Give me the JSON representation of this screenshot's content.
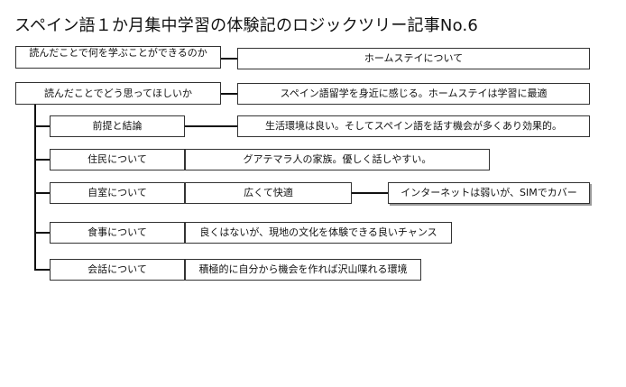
{
  "title": "スペイン語１か月集中学習の体験記のロジックツリー記事No.6",
  "tree": {
    "q1": {
      "label": "読んだことで何を学ぶことができるのか",
      "answer": "ホームステイについて"
    },
    "q2": {
      "label": "読んだことでどう思ってほしいか",
      "answer": "スペイン語留学を身近に感じる。ホームステイは学習に最適"
    },
    "items": [
      {
        "label": "前提と結論",
        "detail": "生活環境は良い。そしてスペイン語を話す機会が多くあり効果的。"
      },
      {
        "label": "住民について",
        "detail": "グアテマラ人の家族。優しく話しやすい。"
      },
      {
        "label": "自室について",
        "detail": "広くて快適",
        "extra": "インターネットは弱いが、SIMでカバー"
      },
      {
        "label": "食事について",
        "detail": "良くはないが、現地の文化を体験できる良いチャンス"
      },
      {
        "label": "会話について",
        "detail": "積極的に自分から機会を作れば沢山喋れる環境"
      }
    ]
  }
}
